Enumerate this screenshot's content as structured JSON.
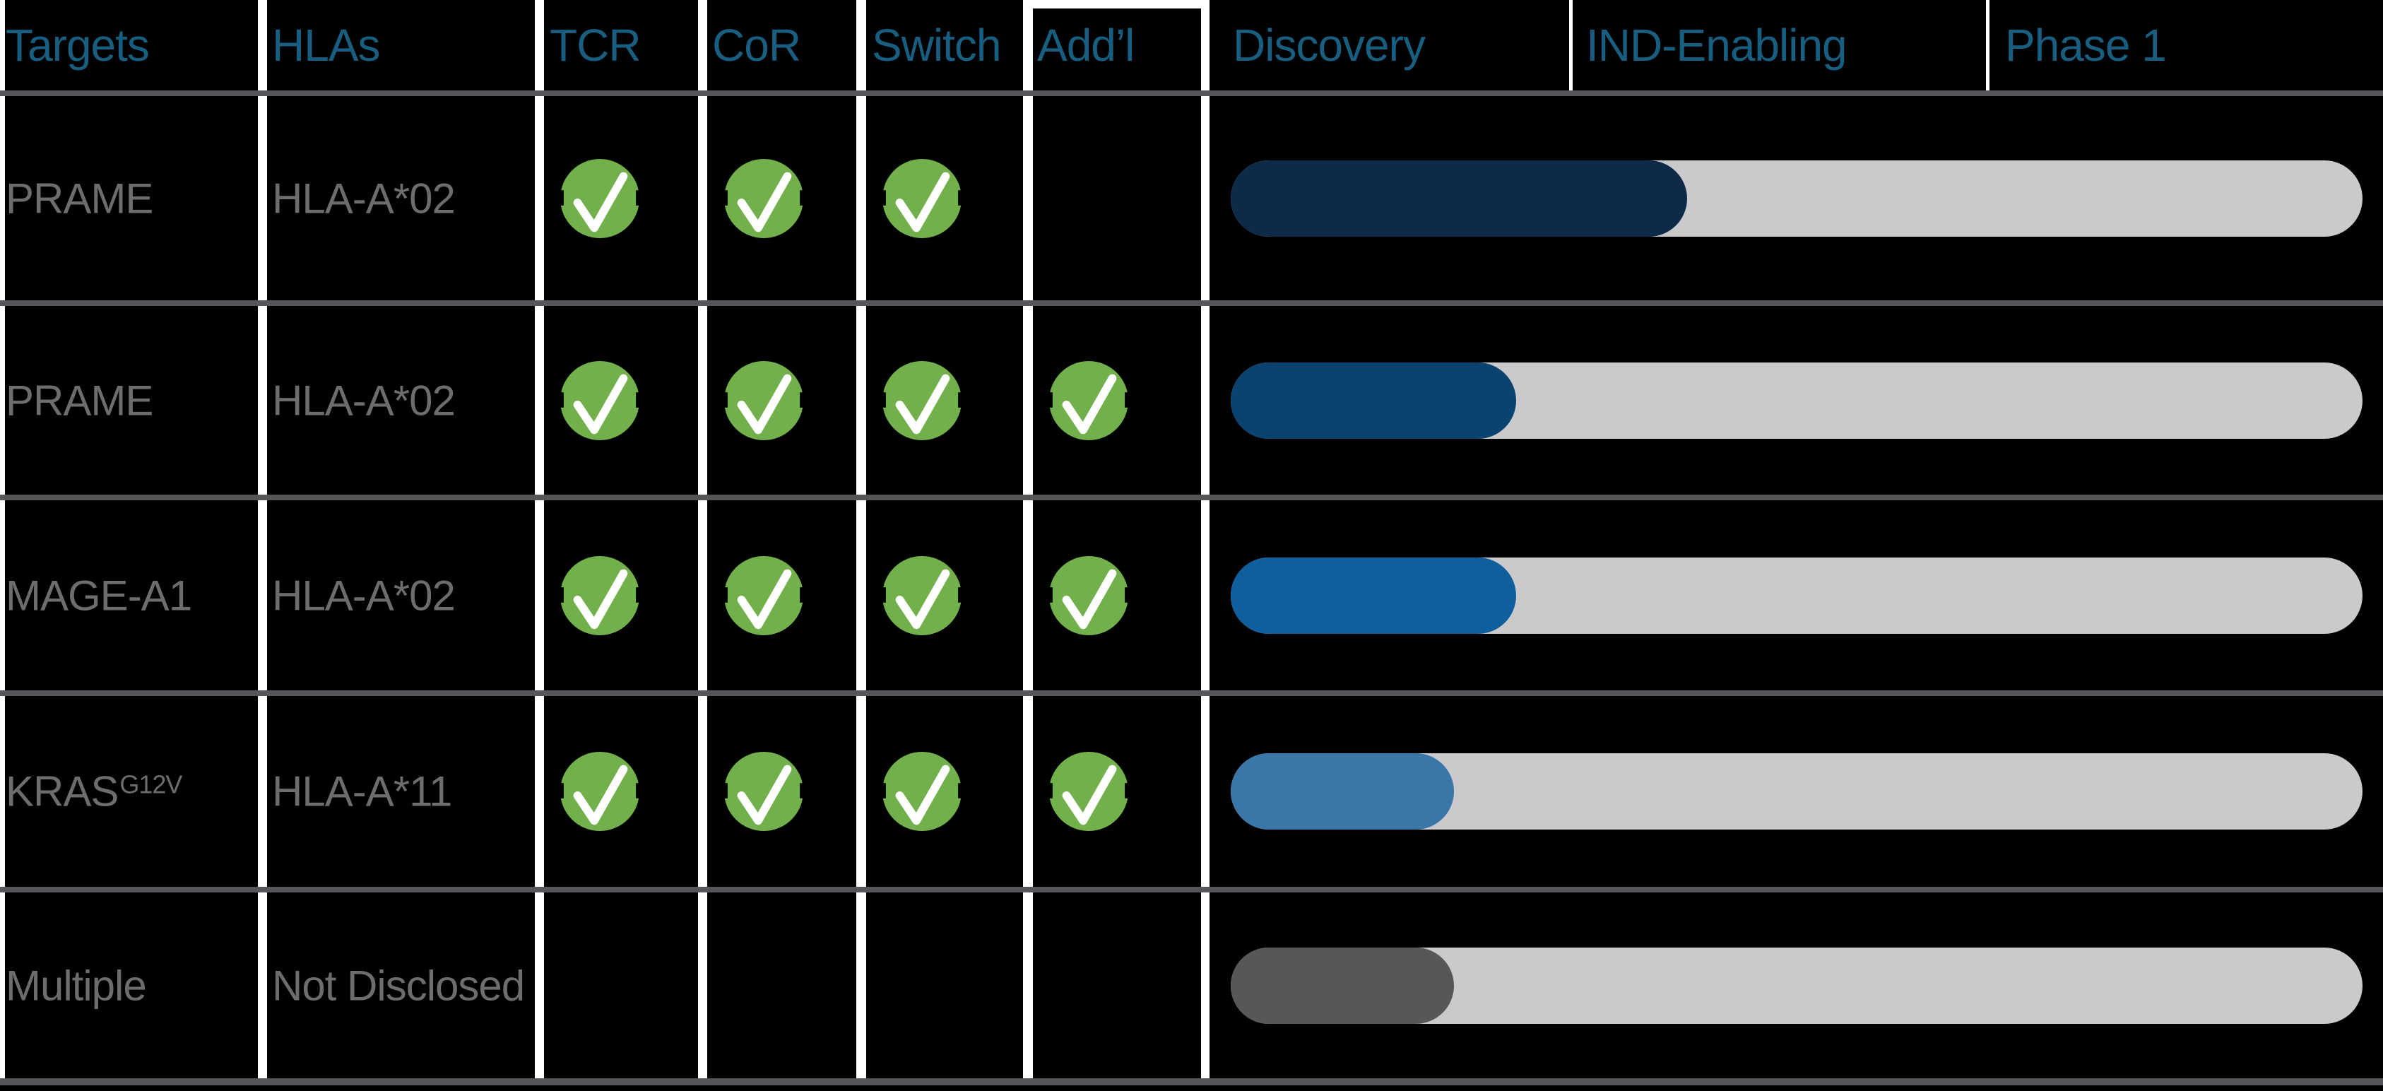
{
  "chart_data": {
    "type": "bar",
    "columns": [
      "Targets",
      "HLAs",
      "TCR",
      "CoR",
      "Switch",
      "Add’l"
    ],
    "stages": [
      "Discovery",
      "IND-Enabling",
      "Phase 1"
    ],
    "stage_boundaries_fraction": [
      0,
      0.31,
      0.66,
      1
    ],
    "legend_position": "none",
    "grid": false,
    "rows": [
      {
        "target": "PRAME",
        "target_sup": "",
        "hla": "HLA-A*02",
        "checks": {
          "tcr": true,
          "cor": true,
          "switch": true,
          "addl": false
        },
        "progress_fraction": 0.403,
        "bar_color": "#0d2b48"
      },
      {
        "target": "PRAME",
        "target_sup": "",
        "hla": "HLA-A*02",
        "checks": {
          "tcr": true,
          "cor": true,
          "switch": true,
          "addl": true
        },
        "progress_fraction": 0.252,
        "bar_color": "#0a4270"
      },
      {
        "target": "MAGE-A1",
        "target_sup": "",
        "hla": "HLA-A*02",
        "checks": {
          "tcr": true,
          "cor": true,
          "switch": true,
          "addl": true
        },
        "progress_fraction": 0.252,
        "bar_color": "#0f5f9e"
      },
      {
        "target": "KRAS",
        "target_sup": "G12V",
        "hla": "HLA-A*11",
        "checks": {
          "tcr": true,
          "cor": true,
          "switch": true,
          "addl": true
        },
        "progress_fraction": 0.197,
        "bar_color": "#3877a8"
      },
      {
        "target": "Multiple",
        "target_sup": "",
        "hla": "Not Disclosed",
        "checks": {
          "tcr": false,
          "cor": false,
          "switch": false,
          "addl": false
        },
        "progress_fraction": 0.197,
        "bar_color": "#575757"
      }
    ]
  },
  "colors": {
    "background": "#000000",
    "header_text": "#175e80",
    "label_text": "#6b6d6f",
    "check_green": "#71b04a",
    "check_mark": "#ffffff",
    "track_gray": "#cacacc",
    "divider_white": "#ffffff",
    "row_line_gray": "#55565a"
  },
  "icons": {
    "check": "check-circle-icon"
  }
}
